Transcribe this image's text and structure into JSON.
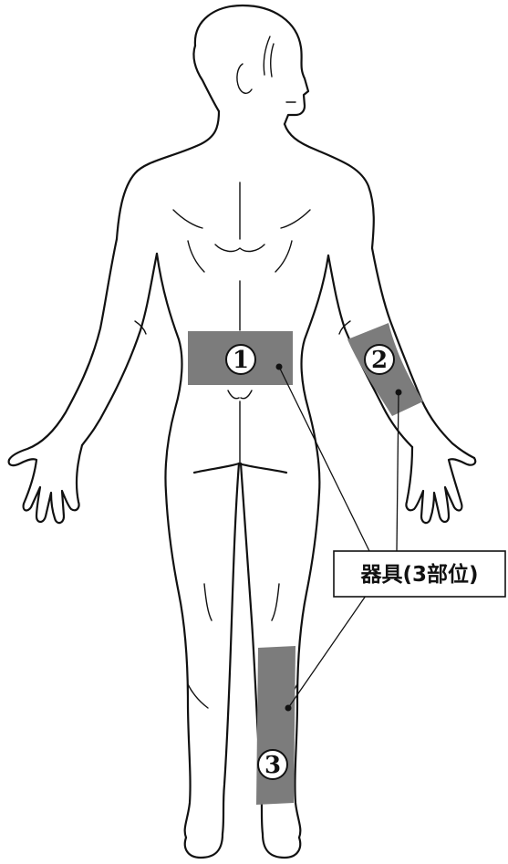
{
  "diagram": {
    "label": "器具(3部位)",
    "zones": [
      {
        "number": "1"
      },
      {
        "number": "2"
      },
      {
        "number": "3"
      }
    ]
  },
  "colors": {
    "zone_fill": "#7c7c7c",
    "outline": "#111111",
    "background": "#ffffff"
  }
}
